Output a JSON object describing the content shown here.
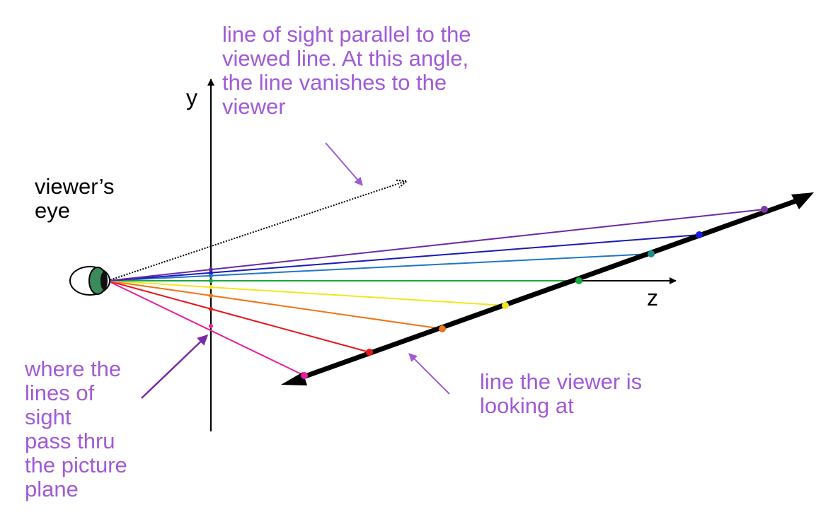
{
  "labels": {
    "y_axis": "y",
    "z_axis": "z",
    "eye": "viewer’s\neye",
    "parallel_sight": "line of sight parallel to the\nviewed line. At this angle,\nthe line vanishes to the\nviewer",
    "picture_plane": "where the\nlines of\nsight\npass thru\nthe picture\nplane",
    "viewed_line": "line the viewer is\nlooking at"
  },
  "colors": {
    "annotation": "#a15ad6",
    "viewed_line": "#000000",
    "eye_iris": "#3a8a5a",
    "sight_lines": [
      "#e91e9a",
      "#e8141a",
      "#f07418",
      "#f2e51e",
      "#1aa83a",
      "#1f76c8",
      "#1a1ab4",
      "#6a2aa6"
    ]
  },
  "icons": [
    "eye-icon",
    "arrow-icon"
  ]
}
